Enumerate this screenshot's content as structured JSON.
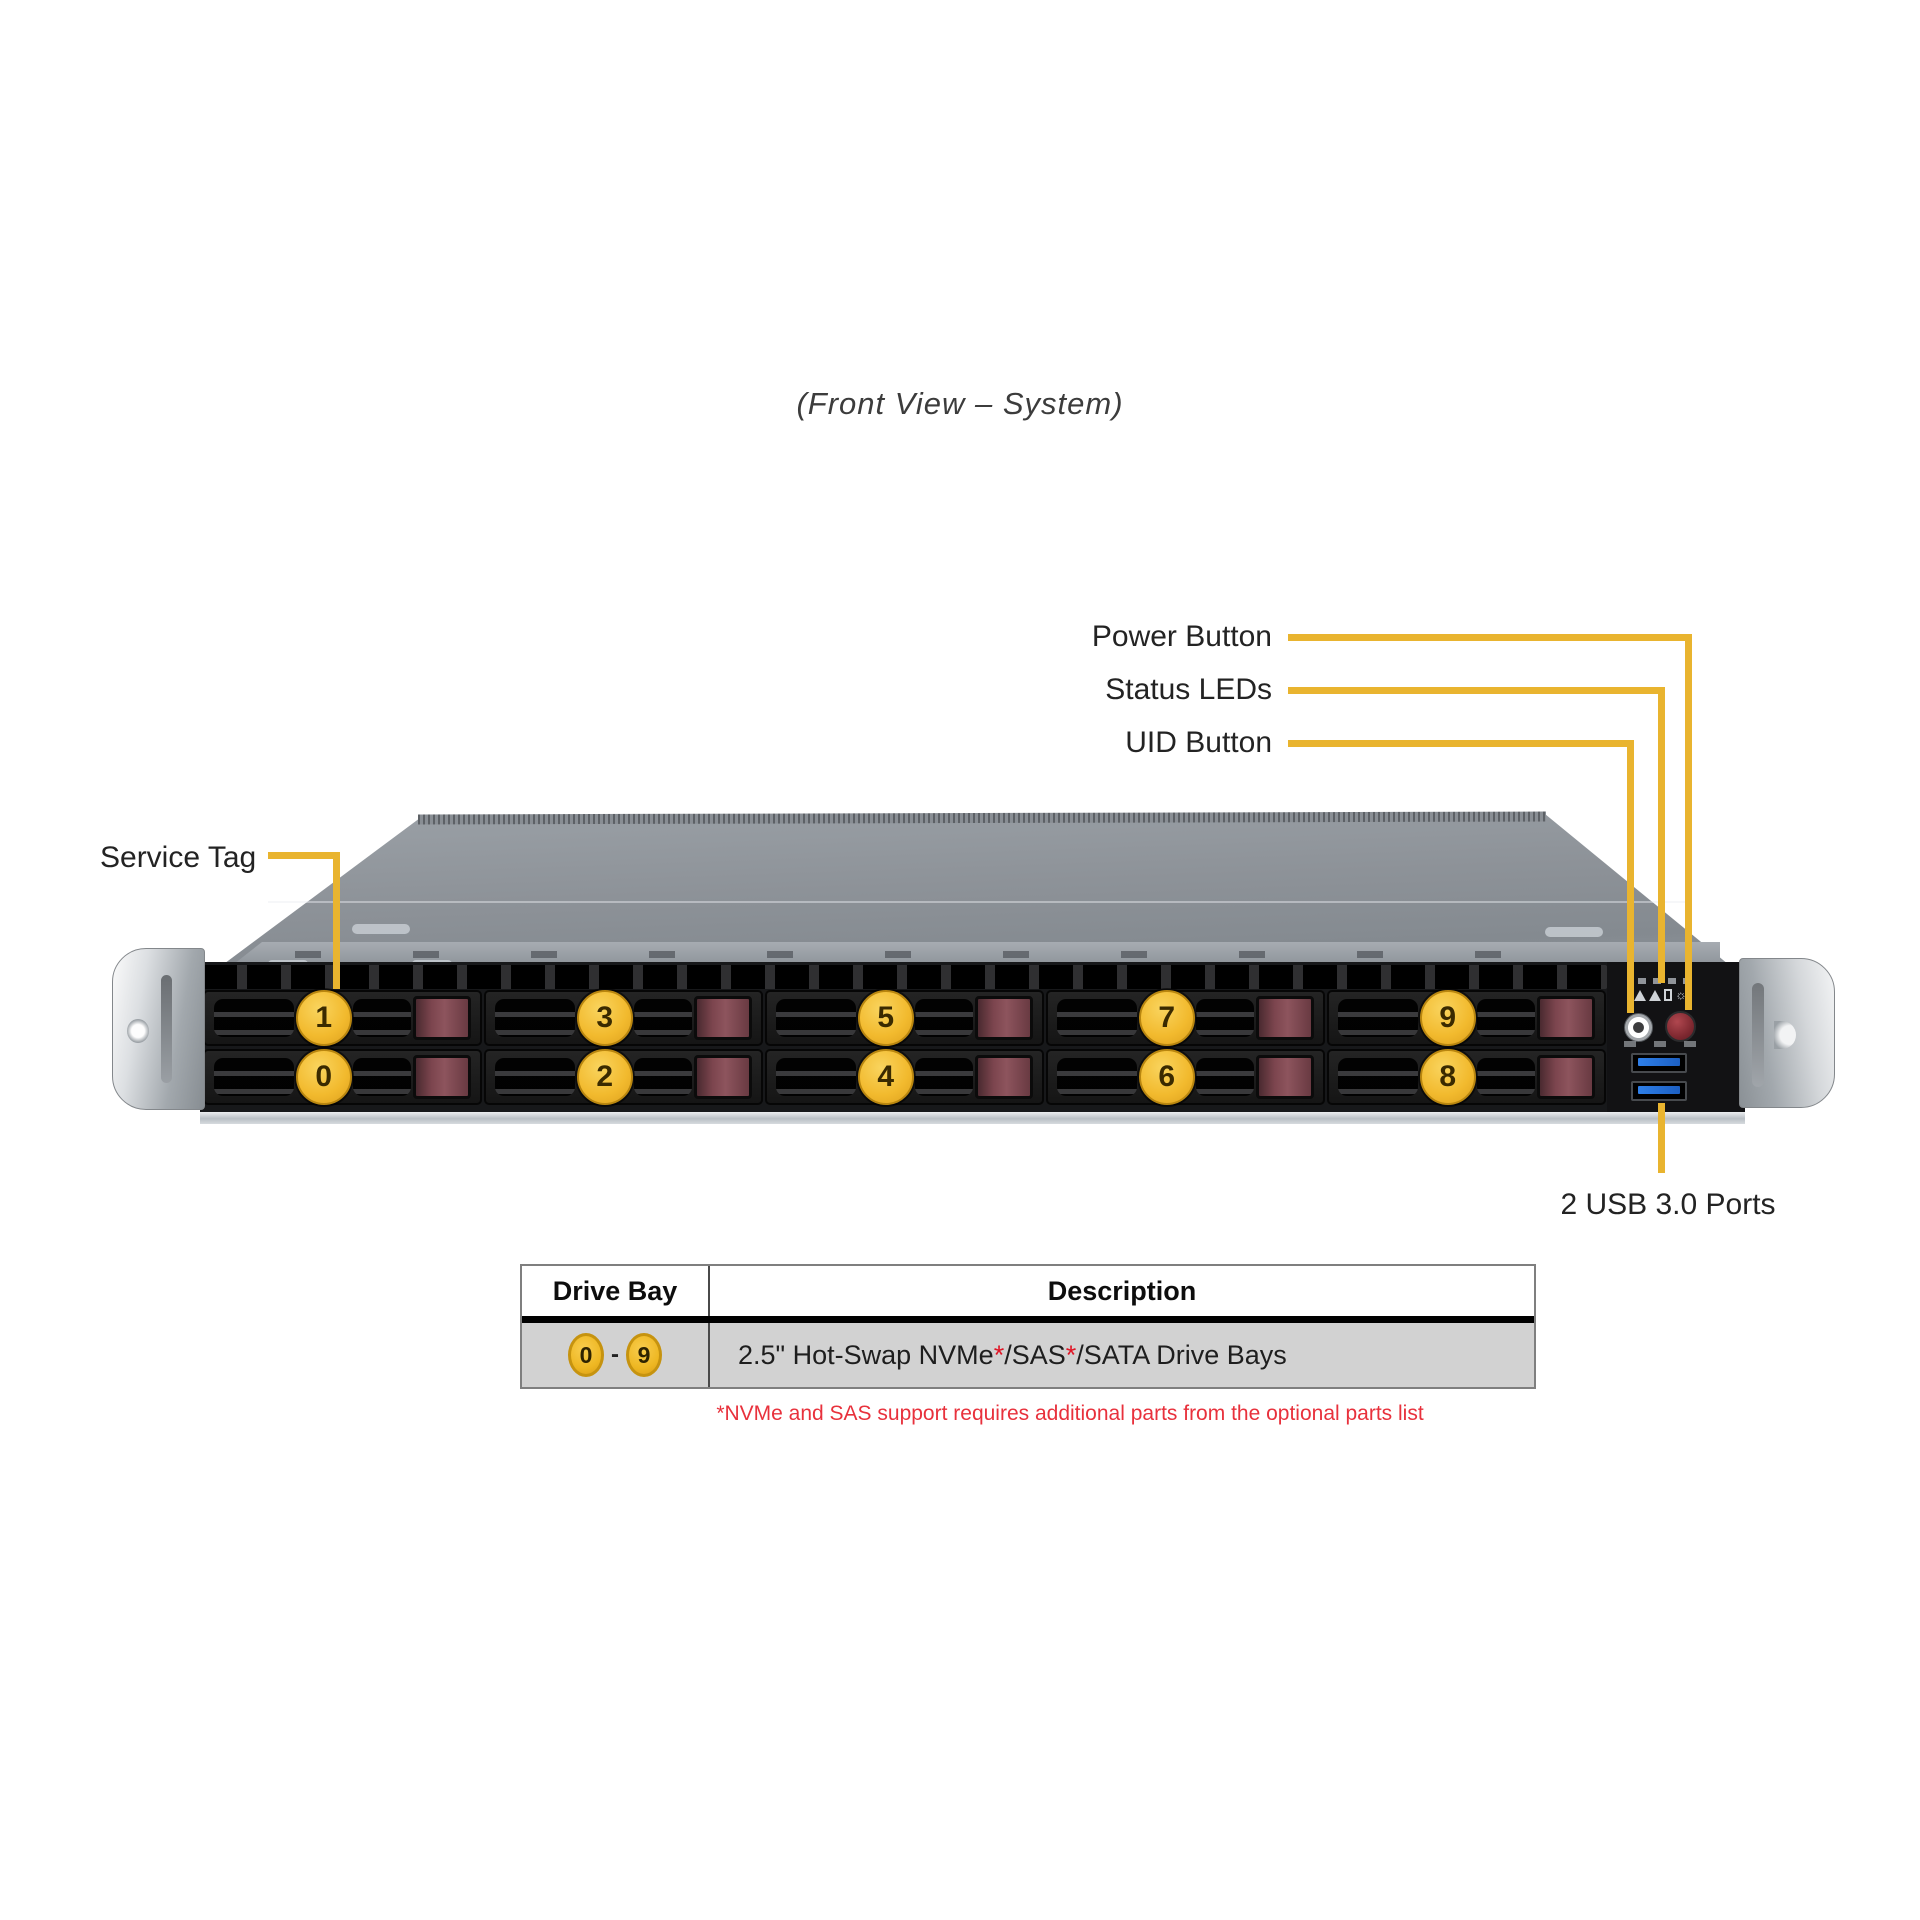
{
  "title": "(Front View – System)",
  "colors": {
    "callout_yellow": "#E9B42F",
    "bay_badge_yellow": "#F2BA2E",
    "latch_maroon": "#7C454E",
    "footnote_red": "#E8313C",
    "usb_blue": "#2E7FE8"
  },
  "callouts": {
    "service_tag": {
      "label": "Service Tag"
    },
    "power_button": {
      "label": "Power Button"
    },
    "status_leds": {
      "label": "Status LEDs"
    },
    "uid_button": {
      "label": "UID Button"
    },
    "usb_ports": {
      "label": "2 USB 3.0 Ports"
    }
  },
  "server": {
    "drive_bays": {
      "top_row": [
        "1",
        "3",
        "5",
        "7",
        "9"
      ],
      "bottom_row": [
        "0",
        "2",
        "4",
        "6",
        "8"
      ]
    }
  },
  "table": {
    "headers": [
      "Drive Bay",
      "Description"
    ],
    "row": {
      "bay_start": "0",
      "bay_sep": "-",
      "bay_end": "9",
      "description": {
        "part1": "2.5\" Hot-Swap NVMe",
        "star1": "*",
        "part2": "/SAS",
        "star2": "*",
        "part3": "/SATA Drive Bays"
      }
    }
  },
  "footnote": "*NVMe and SAS support requires additional parts from the optional parts list"
}
